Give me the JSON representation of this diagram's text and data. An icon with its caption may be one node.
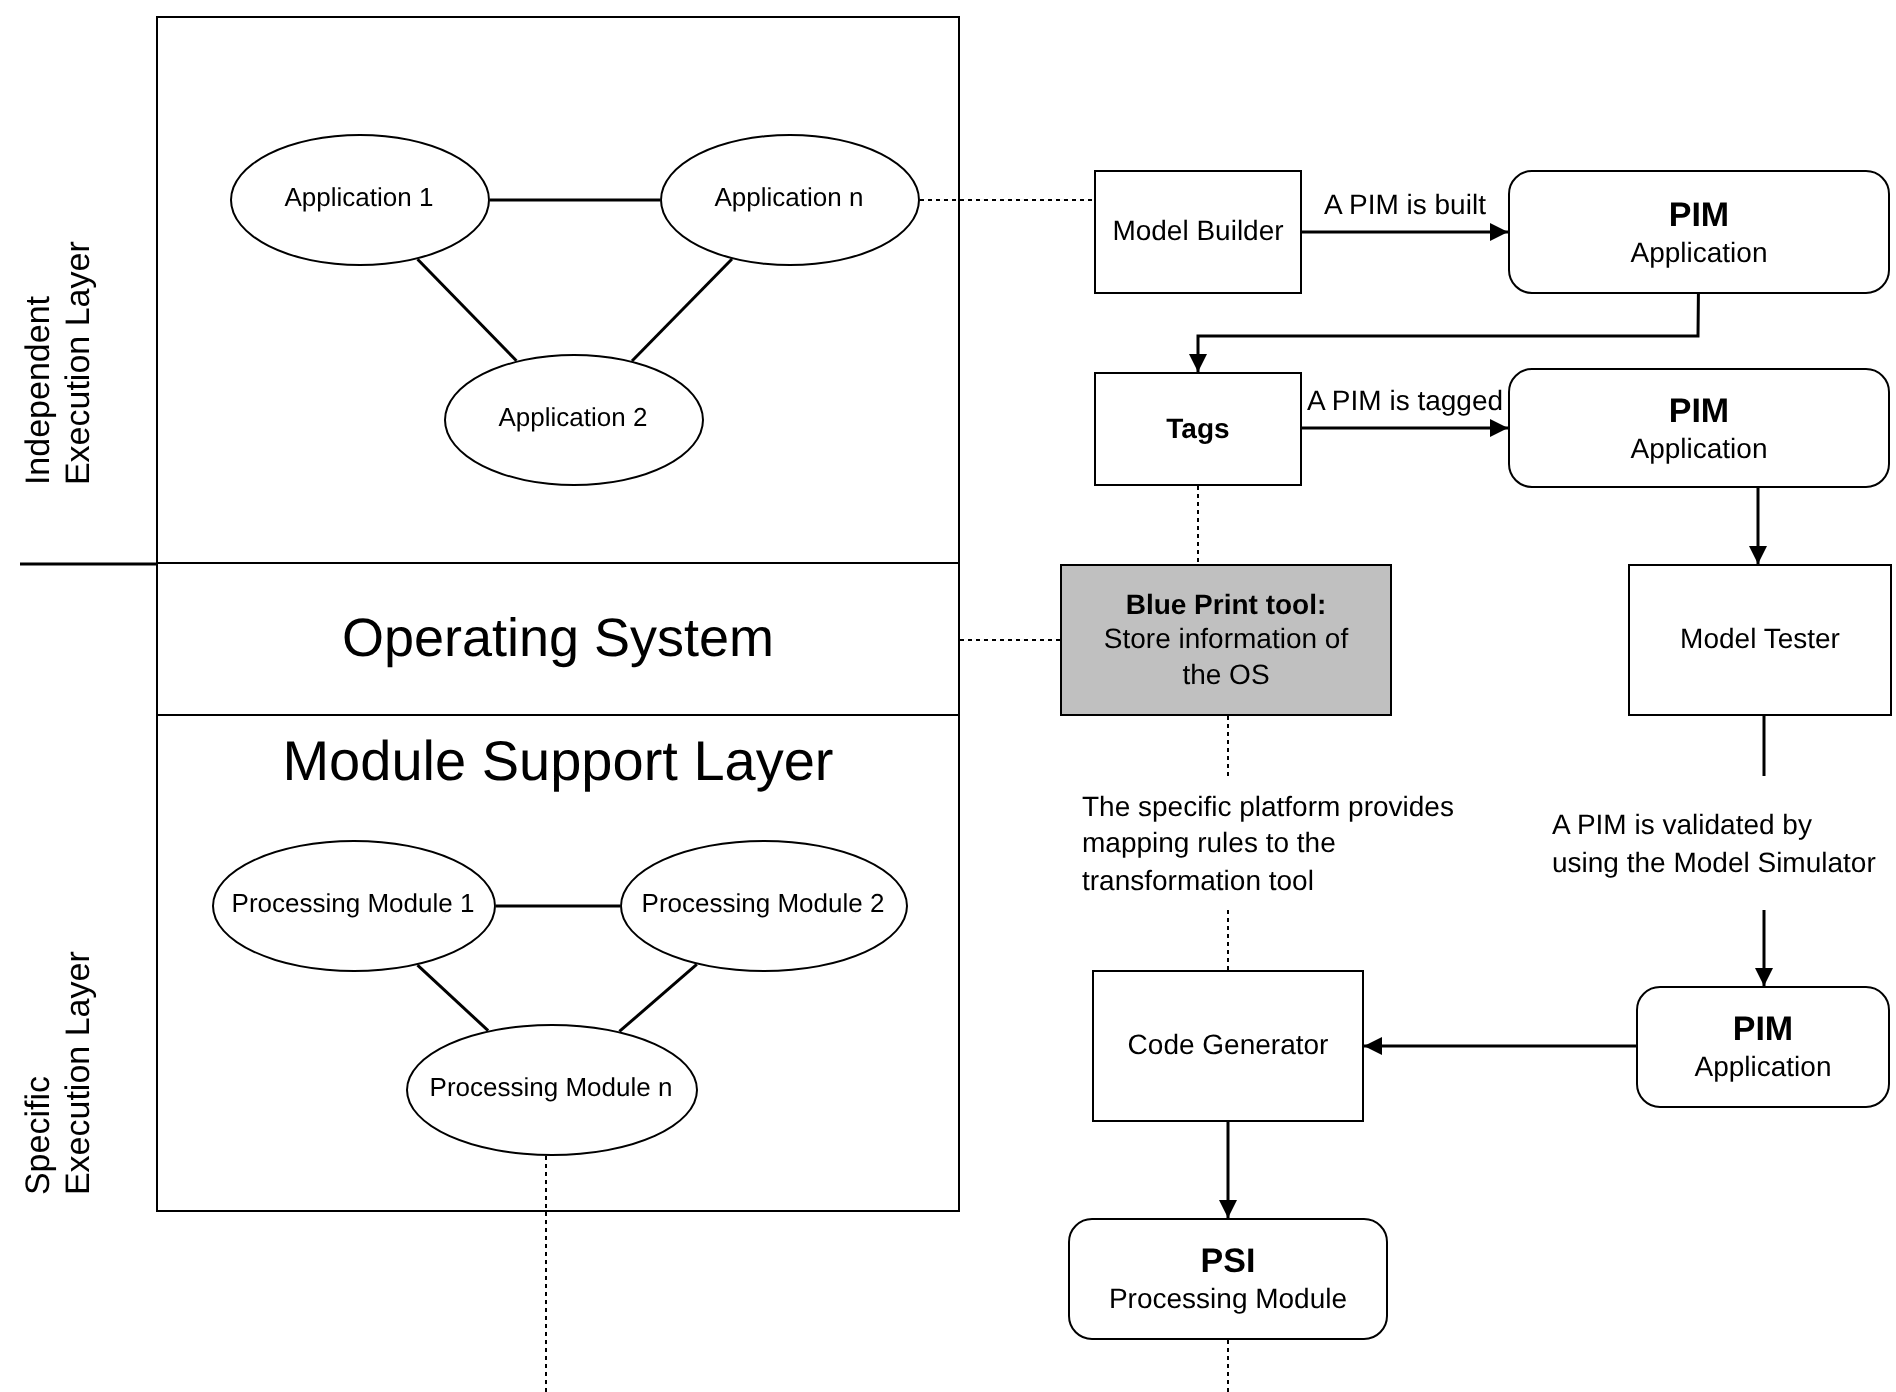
{
  "diagram": {
    "nodes": [
      {
        "text": [],
        "shape": "box"
      },
      {
        "text": [
          "Application 1"
        ],
        "in": 0
      },
      {
        "text": [
          "Application n"
        ],
        "in": 0
      },
      {
        "text": [
          "Application 2"
        ],
        "in": 0
      },
      {
        "text": [
          "Operating System"
        ]
      },
      {
        "text": [
          "Module Support Layer"
        ]
      },
      {
        "text": [
          "Processing Module 1"
        ],
        "in": 5
      },
      {
        "text": [
          "Processing Module 2"
        ],
        "in": 5
      },
      {
        "text": [
          "Processing Module n"
        ],
        "in": 5
      },
      {
        "text": [
          "Model Builder"
        ]
      },
      {
        "text": [
          "PIM",
          "Application"
        ]
      },
      {
        "text": [
          "Tags"
        ]
      },
      {
        "text": [
          "PIM",
          "Application"
        ]
      },
      {
        "text": [
          "Model Tester"
        ]
      },
      {
        "text": [
          "Blue Print tool:",
          "Store information of the OS"
        ]
      },
      {
        "text": [
          "The specific platform provides mapping rules to the transformation tool"
        ]
      },
      {
        "text": [
          "A PIM is validated by using the Model Simulator"
        ]
      },
      {
        "text": [
          "PIM",
          "Application"
        ]
      },
      {
        "text": [
          "Code Generator"
        ]
      },
      {
        "text": [
          "PSI",
          "Processing Module"
        ]
      }
    ],
    "edges": [
      {
        "from": 1,
        "to": 2,
        "arrow": "none"
      },
      {
        "from": 1,
        "to": 3,
        "arrow": "none"
      },
      {
        "from": 2,
        "to": 3,
        "arrow": "none"
      },
      {
        "from": 6,
        "to": 7,
        "arrow": "none"
      },
      {
        "from": 6,
        "to": 8,
        "arrow": "none"
      },
      {
        "from": 7,
        "to": 8,
        "arrow": "none"
      },
      {
        "from": 2,
        "to": 9,
        "arrow": "none",
        "style": "dashed"
      },
      {
        "from": 9,
        "to": 10,
        "arrow": "to",
        "label": "A PIM is built"
      },
      {
        "from": 10,
        "to": 11,
        "arrow": "to"
      },
      {
        "from": 11,
        "to": 12,
        "arrow": "to",
        "label": "A PIM is tagged"
      },
      {
        "from": 12,
        "to": 13,
        "arrow": "to"
      },
      {
        "from": 11,
        "to": 14,
        "arrow": "none",
        "style": "dashed"
      },
      {
        "from": 4,
        "to": 14,
        "arrow": "none",
        "style": "dashed"
      },
      {
        "from": 14,
        "to": 15,
        "arrow": "none",
        "style": "dashed"
      },
      {
        "from": 15,
        "to": 18,
        "arrow": "none",
        "style": "dashed"
      },
      {
        "from": 13,
        "to": 16,
        "arrow": "none"
      },
      {
        "from": 16,
        "to": 17,
        "arrow": "to"
      },
      {
        "from": 17,
        "to": 18,
        "arrow": "to"
      },
      {
        "from": 18,
        "to": 19,
        "arrow": "to"
      },
      {
        "from": 8,
        "to": null,
        "arrow": "none",
        "style": "dashed"
      },
      {
        "from": 19,
        "to": null,
        "arrow": "none",
        "style": "dashed"
      }
    ],
    "labels": [
      "Independent Execution Layer",
      "Specific Execution Layer"
    ]
  }
}
